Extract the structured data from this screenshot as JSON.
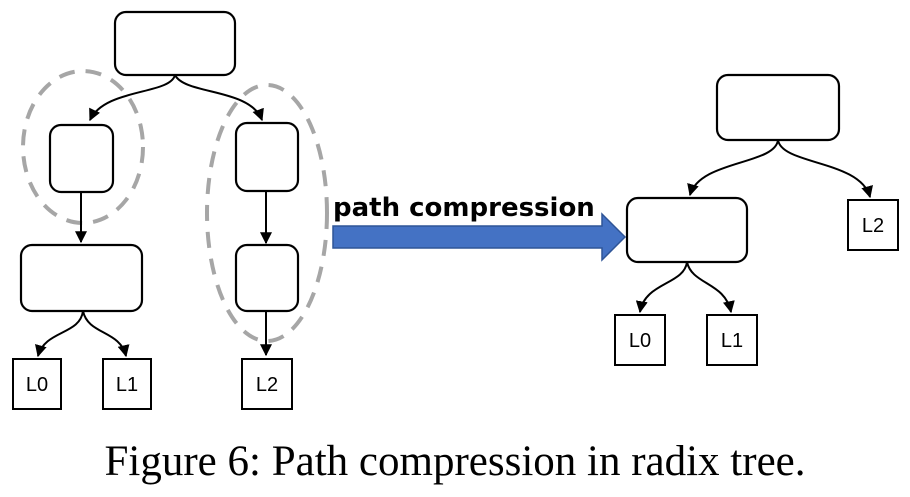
{
  "caption": "Figure 6: Path compression in radix tree.",
  "arrow_label": "path compression",
  "colors": {
    "arrow": "#4472c4",
    "dashed_outline": "#a6a6a6"
  },
  "before_tree": {
    "leaves": [
      "L0",
      "L1",
      "L2"
    ]
  },
  "after_tree": {
    "leaves": [
      "L0",
      "L1",
      "L2"
    ]
  }
}
